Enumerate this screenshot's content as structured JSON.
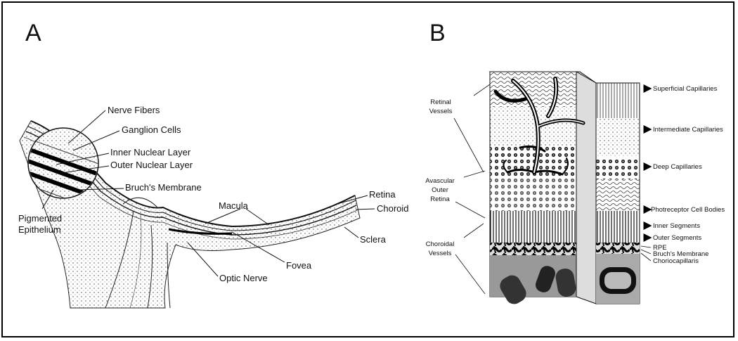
{
  "panel_a": {
    "letter": "A",
    "labels": {
      "nerve_fibers": "Nerve Fibers",
      "ganglion_cells": "Ganglion Cells",
      "inner_nuclear_layer": "Inner Nuclear Layer",
      "outer_nuclear_layer": "Outer Nuclear Layer",
      "bruchs_membrane": "Bruch's Membrane",
      "pigmented": "Pigmented",
      "epithelium": "Epithelium",
      "macula": "Macula",
      "retina": "Retina",
      "choroid": "Choroid",
      "sclera": "Sclera",
      "fovea": "Fovea",
      "optic_nerve": "Optic Nerve"
    }
  },
  "panel_b": {
    "letter": "B",
    "left_labels": {
      "retinal_1": "Retinal",
      "retinal_2": "Vessels",
      "avascular_1": "Avascular",
      "avascular_2": "Outer",
      "avascular_3": "Retina",
      "choroidal_1": "Choroidal",
      "choroidal_2": "Vessels"
    },
    "right_labels": {
      "superficial": "Superficial Capillaries",
      "intermediate": "Intermediate Capillaries",
      "deep": "Deep Capillaries",
      "photoreceptor": "Photreceptor Cell Bodies",
      "inner_segments": "Inner Segments",
      "outer_segments": "Outer Segments",
      "rpe": "RPE",
      "bruchs": "Bruch's Membrane",
      "choriocapillaris": "Choriocapillaris"
    }
  }
}
